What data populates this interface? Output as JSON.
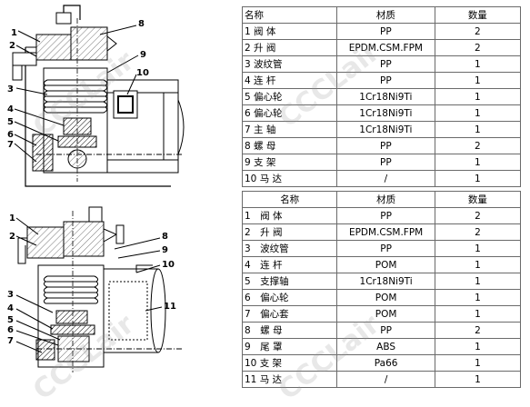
{
  "watermark": "CCCLair",
  "top_callouts": [
    "1",
    "2",
    "3",
    "4",
    "5",
    "6",
    "7",
    "8",
    "9",
    "10"
  ],
  "bottom_callouts": [
    "1",
    "2",
    "8",
    "9",
    "10",
    "11",
    "3",
    "4",
    "5",
    "6",
    "7"
  ],
  "table1": {
    "headers": [
      "名称",
      "材质",
      "数量"
    ],
    "rows": [
      [
        "1 阀 体",
        "PP",
        "2"
      ],
      [
        "2 升 阀",
        "EPDM.CSM.FPM",
        "2"
      ],
      [
        "3 波纹管",
        "PP",
        "1"
      ],
      [
        "4 连 杆",
        "PP",
        "1"
      ],
      [
        "5 偏心轮",
        "1Cr18Ni9Ti",
        "1"
      ],
      [
        "6 偏心轮",
        "1Cr18Ni9Ti",
        "1"
      ],
      [
        "7 主 轴",
        "1Cr18Ni9Ti",
        "1"
      ],
      [
        "8 螺 母",
        "PP",
        "2"
      ],
      [
        "9 支 架",
        "PP",
        "1"
      ],
      [
        "10 马 达",
        "/",
        "1"
      ]
    ]
  },
  "table2": {
    "headers": [
      "名称",
      "材质",
      "数量"
    ],
    "rows": [
      [
        "1　阀 体",
        "PP",
        "2"
      ],
      [
        "2　升 阀",
        "EPDM.CSM.FPM",
        "2"
      ],
      [
        "3　波纹管",
        "PP",
        "1"
      ],
      [
        "4　连 杆",
        "POM",
        "1"
      ],
      [
        "5　支撑轴",
        "1Cr18Ni9Ti",
        "1"
      ],
      [
        "6　偏心轮",
        "POM",
        "1"
      ],
      [
        "7　偏心套",
        "POM",
        "1"
      ],
      [
        "8　螺 母",
        "PP",
        "2"
      ],
      [
        "9　尾 罩",
        "ABS",
        "1"
      ],
      [
        "10 支 架",
        "Pa66",
        "1"
      ],
      [
        "11 马 达",
        "/",
        "1"
      ]
    ]
  }
}
